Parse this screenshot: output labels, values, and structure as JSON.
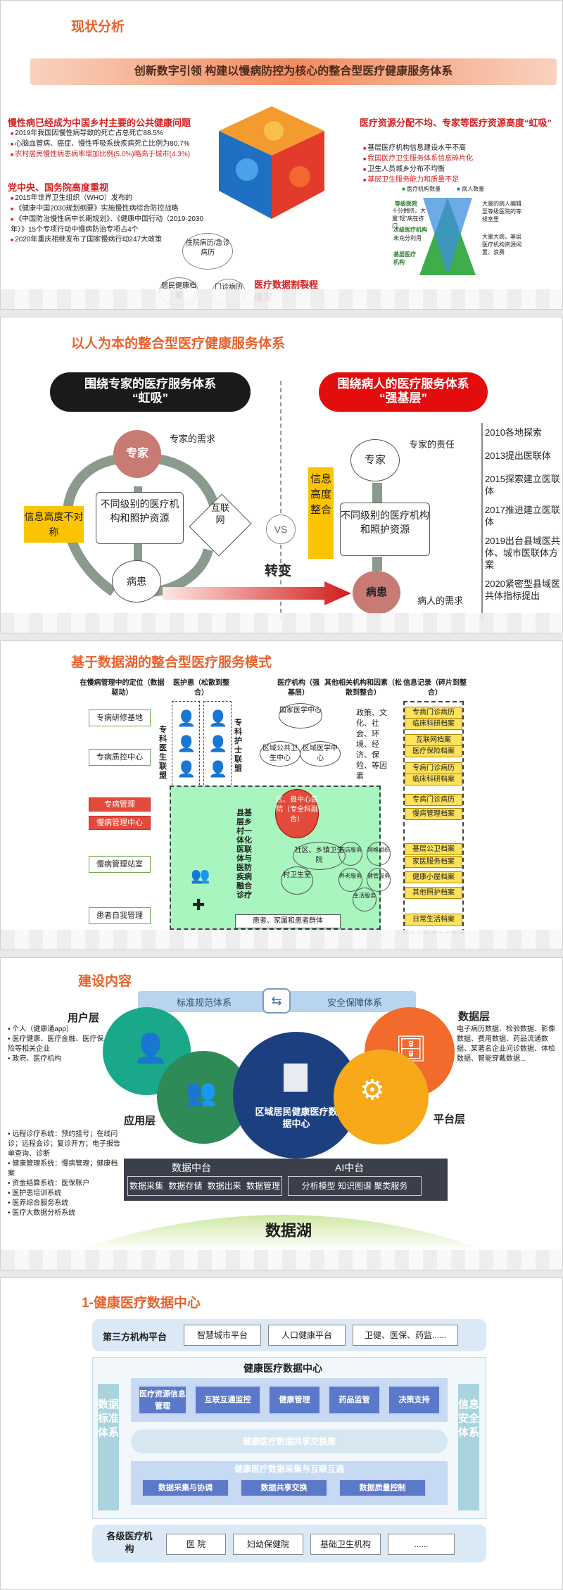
{
  "slide1": {
    "title": "现状分析",
    "banner": "创新数字引领  构建以慢病防控为核心的整合型医疗健康服务体系",
    "left_heading1": "慢性病已经成为中国乡村主要的公共健康问题",
    "left_items1": [
      "2019年我国因慢性病导致的死亡占总死亡88.5%",
      "心脑血管病、癌症、慢性呼吸系统疾病死亡比例为80.7%",
      "农村居民慢性病患病率增加比例(5.0%)略高于城市(4.3%)"
    ],
    "left_heading2": "党中央、国务院高度重视",
    "left_items2": [
      "2015年世界卫生组织（WHO）发布的",
      "《健康中国2030规划纲要》实施慢性病综合防控战略",
      "《中国防治慢性病中长期规划》、《健康中国行动（2019-2030年）》15个专项行动中慢病防治专项占4个",
      "2020年重庆相继发布了国家慢病行动247大政策"
    ],
    "center_labels": [
      "住院病历/急诊病历",
      "居民健康档案",
      "门诊病历"
    ],
    "center_caption": "医疗数据割裂程度深",
    "right_heading": "医疗资源分配不均、专家等医疗资源高度“虹吸”",
    "right_items": [
      "基层医疗机构信息建设水平不高",
      "我国医疗卫生服务体系信息碎片化",
      "卫生人员城乡分布不均衡",
      "基层卫生服务能力和质量不足"
    ],
    "legend": [
      "医疗机构数量",
      "病人数量"
    ],
    "pyramid_labels": [
      "等级医院",
      "次级医疗机构",
      "基层医疗机构"
    ],
    "pyramid_notes": [
      "十分拥挤，大量“轻”病在挤门",
      "未充分利用",
      "大量的病人编辑至等级医院的等候室里",
      "大量大病，基层医疗机构资源闲置、浪费"
    ]
  },
  "slide2": {
    "title": "以人为本的整合型医疗健康服务体系",
    "left_pill_line1": "围绕专家的医疗服务体系",
    "left_pill_line2": "“虹吸”",
    "right_pill_line1": "围绕病人的医疗服务体系",
    "right_pill_line2": "“强基层”",
    "expert": "专家",
    "expert_need": "专家的需求",
    "institutions": "不同级别的医疗机构和照护资源",
    "patient": "病患",
    "info_left": "信息高度不对称",
    "internet": "互联网",
    "vs": "VS",
    "change": "转变",
    "expert_duty": "专家的责任",
    "info_right": "信息高度整合",
    "patient_need": "病人的需求",
    "timeline": [
      "2010各地探索",
      "2013提出医联体",
      "2015探索建立医联体",
      "2017推进建立医联体",
      "2019出台县域医共体、城市医联体方案",
      "2020紧密型县域医共体指标提出"
    ]
  },
  "slide3": {
    "title": "基于数据湖的整合型医疗服务模式",
    "col1_header": "在慢病管理中的定位（数据驱动）",
    "col1_items": [
      "专病研修基地",
      "专病质控中心",
      "专病管理",
      "慢病管理中心",
      "慢病管理站室",
      "患者自我管理"
    ],
    "col2_header": "医护患（松散到整合）",
    "col2_label_a": "专科医生联盟",
    "col2_label_b": "专科护士联盟",
    "col3_header": "医疗机构（强基层）",
    "col4_header": "其他相关机构和因素（松散到整合）",
    "col3_items": [
      "国家医学中心",
      "区域公共卫生中心",
      "区域医学中心",
      "区、县中心医院（专全科融合）",
      "社区、乡镇卫生院",
      "村卫生室"
    ],
    "county_label": "县基层乡村一体化医联体与医防疾病融合诊疗",
    "col4_text": "政策、文化、社会、环境、经济、保险、等因素",
    "col4_items": [
      "药店服务",
      "网格组织",
      "养老服务",
      "健管服务",
      "生活服务"
    ],
    "family": "患者、家属和患者群体",
    "col5_header": "信息记录（碎片到整合）",
    "col5_items": [
      "专病门诊病历",
      "临床科研档案",
      "互联网档案",
      "医疗保险档案",
      "专病门诊病历",
      "临床科研档案",
      "专病门诊病历",
      "慢病管理档案",
      "基层公卫档案",
      "家医服务档案",
      "健康小屋档案",
      "其他照护档案",
      "日常生活档案"
    ]
  },
  "slide4": {
    "title": "建设内容",
    "top_bar_left": "标准规范体系",
    "top_bar_right": "安全保障体系",
    "user_layer": "用户层",
    "user_items": [
      "个人（健康通app）",
      "医疗健康、医疗金融、医疗保险等相关企业",
      "政府、医疗机构"
    ],
    "data_layer": "数据层",
    "data_text": "电子病历数据、检验数据、影像数据、费用数据、药品流通数据、某著名企业问诊数据、体检数据、智能穿戴数据...",
    "app_layer": "应用层",
    "app_items": [
      "远程诊疗系统：预约挂号；在线问诊；远程会诊；复诊开方；电子报告单查询、诊断",
      "健康管理系统：慢病管理；健康档案",
      "资金结算系统：医保账户",
      "医护患培训系统",
      "医养综合服务系统",
      "医疗大数据分析系统"
    ],
    "platform_layer": "平台层",
    "center": "区域居民健康医疗数据中心",
    "data_mid": "数据中台",
    "data_mid_items": [
      "数据采集",
      "数据存储",
      "数据出来",
      "数据管理"
    ],
    "ai_mid": "AI中台",
    "ai_mid_items": [
      "分析模型",
      "知识图谱",
      "聚类服务"
    ],
    "data_lake": "数据湖"
  },
  "slide5": {
    "title": "1-健康医疗数据中心",
    "third_party": "第三方机构平台",
    "third_party_items": [
      "智慧城市平台",
      "人口健康平台",
      "卫健、医保、药监......"
    ],
    "hub_title": "健康医疗数据中心",
    "left_side": "数据标准体系",
    "right_side": "信息安全体系",
    "modules": [
      "医疗资源信息管理",
      "互联互通监控",
      "健康管理",
      "药品监管",
      "决策支持"
    ],
    "exchange": "健康医疗数据共享交换库",
    "collect": "健康医疗数据采集与互联互通",
    "collect_items": [
      "数据采集与协调",
      "数据共享交换",
      "数据质量控制"
    ],
    "bottom_label": "各级医疗机构",
    "bottom_items": [
      "医  院",
      "妇幼保健院",
      "基础卫生机构",
      "......"
    ]
  }
}
